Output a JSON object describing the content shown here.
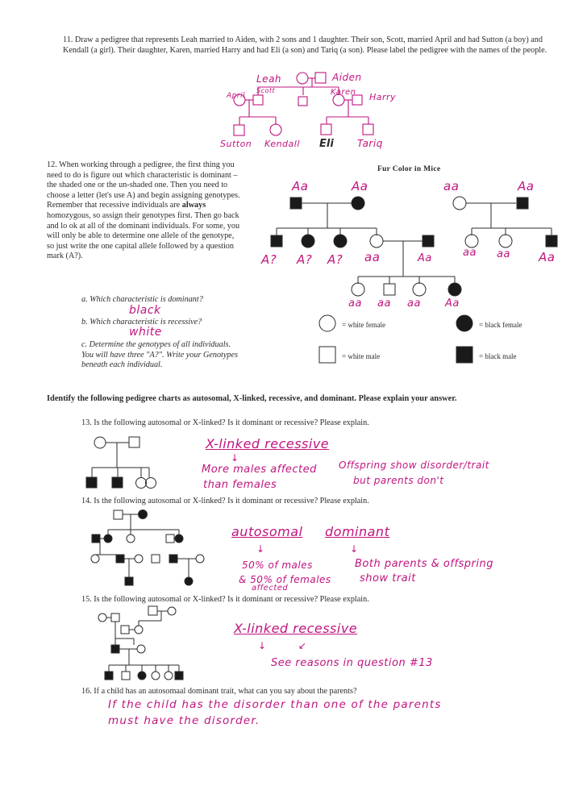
{
  "q11": {
    "number": "11.",
    "text": "Draw a pedigree that represents Leah married to Aiden, with 2 sons and 1 daughter. Their son, Scott, married April and had Sutton (a boy) and Kendall (a girl). Their daughter, Karen, married Harry and had Eli (a son) and Tariq (a son). Please label the pedigree with the names of the people.",
    "names": {
      "leah": "Leah",
      "aiden": "Aiden",
      "april": "April",
      "scott": "Scott",
      "karen": "Karen",
      "harry": "Harry",
      "sutton": "Sutton",
      "kendall": "Kendall",
      "eli": "Eli",
      "tariq": "Tariq"
    }
  },
  "q12": {
    "number": "12.",
    "text_before_bold": "When working through a pedigree, the first thing you need to do is figure out which characteristic is dominant – the shaded one or the un-shaded one. Then you need to choose a letter (let's use A) and begin assigning genotypes. Remember that recessive individuals are ",
    "bold": "always",
    "text_after_bold": " homozygous, so assign their genotypes first. Then go back and lo ok at all of the dominant individuals. For some, you will only be able to determine one allele of the genotype, so just write the one capital allele followed by a question mark (A?).",
    "a_q": "a. Which characteristic is dominant?",
    "a_ans": "black",
    "b_q": "b. Which characteristic is recessive?",
    "b_ans": "white",
    "c_q": "c. Determine the genotypes of all individuals. You will have three \"A?\". Write your Genotypes beneath each individual.",
    "chart_title": "Fur Color in Mice",
    "genotypes": {
      "g1_left": "Aa",
      "g1_right": "Aa",
      "g1_right_pair_left": "aa",
      "g1_right_pair_right": "Aa",
      "g2": [
        "A?",
        "A?",
        "A?",
        "aa",
        "Aa",
        "aa",
        "aa",
        "Aa"
      ],
      "g3": [
        "aa",
        "aa",
        "aa",
        "Aa"
      ]
    },
    "legend": {
      "white_female": "= white female",
      "black_female": "= black female",
      "white_male": "= white male",
      "black_male": "= black male"
    }
  },
  "section_heading": "Identify the following pedigree charts as autosomal, X-linked, recessive, and dominant. Please explain your answer.",
  "q13": {
    "text": "13.  Is the following autosomal or X-linked? Is it dominant or recessive? Please explain.",
    "ans_title": "X-linked recessive",
    "ans_left_1": "More males affected",
    "ans_left_2": "than females",
    "ans_right_1": "Offspring show disorder/trait",
    "ans_right_2": "but parents don't"
  },
  "q14": {
    "text": "14.  Is the following autosomal or X-linked? Is it dominant or recessive? Please explain.",
    "ans_title_1": "autosomal",
    "ans_title_2": "dominant",
    "ans_left_1": "50% of males",
    "ans_left_2": "& 50% of females",
    "ans_left_3": "affected",
    "ans_right_1": "Both parents & offspring",
    "ans_right_2": "show trait"
  },
  "q15": {
    "text": "15.  Is the following autosomal or X-linked? Is it dominant or recessive? Please explain.",
    "ans_title": "X-linked recessive",
    "ans_note": "See reasons in question #13"
  },
  "q16": {
    "text": "16.  If a child has an autosomaal dominant trait, what can you say about the parents?",
    "ans_1": "If the child has the disorder than one of the parents",
    "ans_2": "must have the disorder."
  },
  "colors": {
    "ink": "#c0157f",
    "print": "#2b2b2b"
  }
}
